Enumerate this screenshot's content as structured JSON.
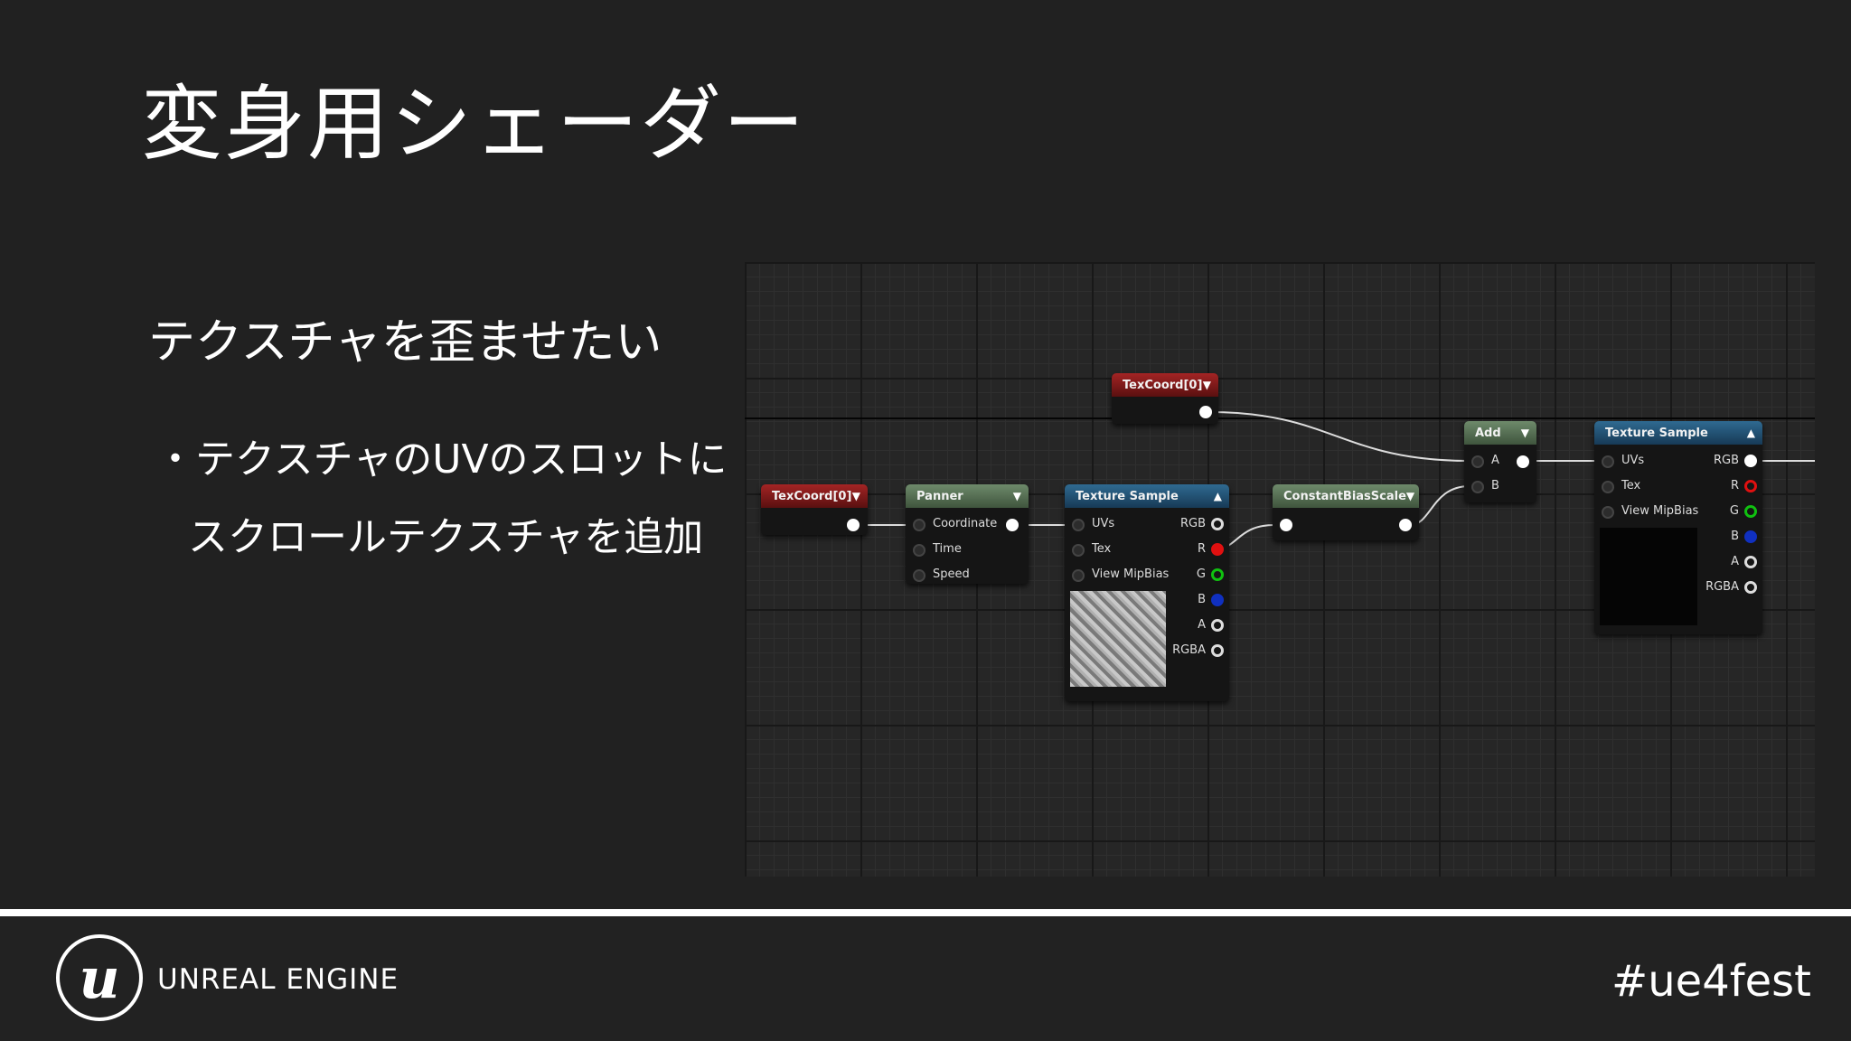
{
  "slide": {
    "title": "変身用シェーダー",
    "heading": "テクスチャを歪ませたい",
    "bullet_line1": "・テクスチャのUVのスロットに",
    "bullet_line2": "スクロールテクスチャを追加"
  },
  "nodes": {
    "texcoord_top": {
      "title": "TexCoord[0]"
    },
    "texcoord_left": {
      "title": "TexCoord[0]"
    },
    "panner": {
      "title": "Panner",
      "pins": [
        "Coordinate",
        "Time",
        "Speed"
      ]
    },
    "texture_sample_1": {
      "title": "Texture Sample",
      "inputs": [
        "UVs",
        "Tex",
        "View MipBias"
      ],
      "outputs": [
        "RGB",
        "R",
        "G",
        "B",
        "A",
        "RGBA"
      ]
    },
    "constant_bias_scale": {
      "title": "ConstantBiasScale"
    },
    "add": {
      "title": "Add",
      "pins": [
        "A",
        "B"
      ]
    },
    "texture_sample_2": {
      "title": "Texture Sample",
      "inputs": [
        "UVs",
        "Tex",
        "View MipBias"
      ],
      "outputs": [
        "RGB",
        "R",
        "G",
        "B",
        "A",
        "RGBA"
      ]
    }
  },
  "icons": {
    "collapse": "▼",
    "expand": "▲",
    "logo": "u"
  },
  "footer": {
    "brand": "UNREAL ENGINE",
    "hashtag": "#ue4fest"
  },
  "colors": {
    "background": "#212121",
    "node_red": "#a32424",
    "node_green": "#6e8a6b",
    "node_blue": "#2f6a91",
    "pin_r": "#e01010",
    "pin_g": "#10c010",
    "pin_b": "#1030c0"
  }
}
